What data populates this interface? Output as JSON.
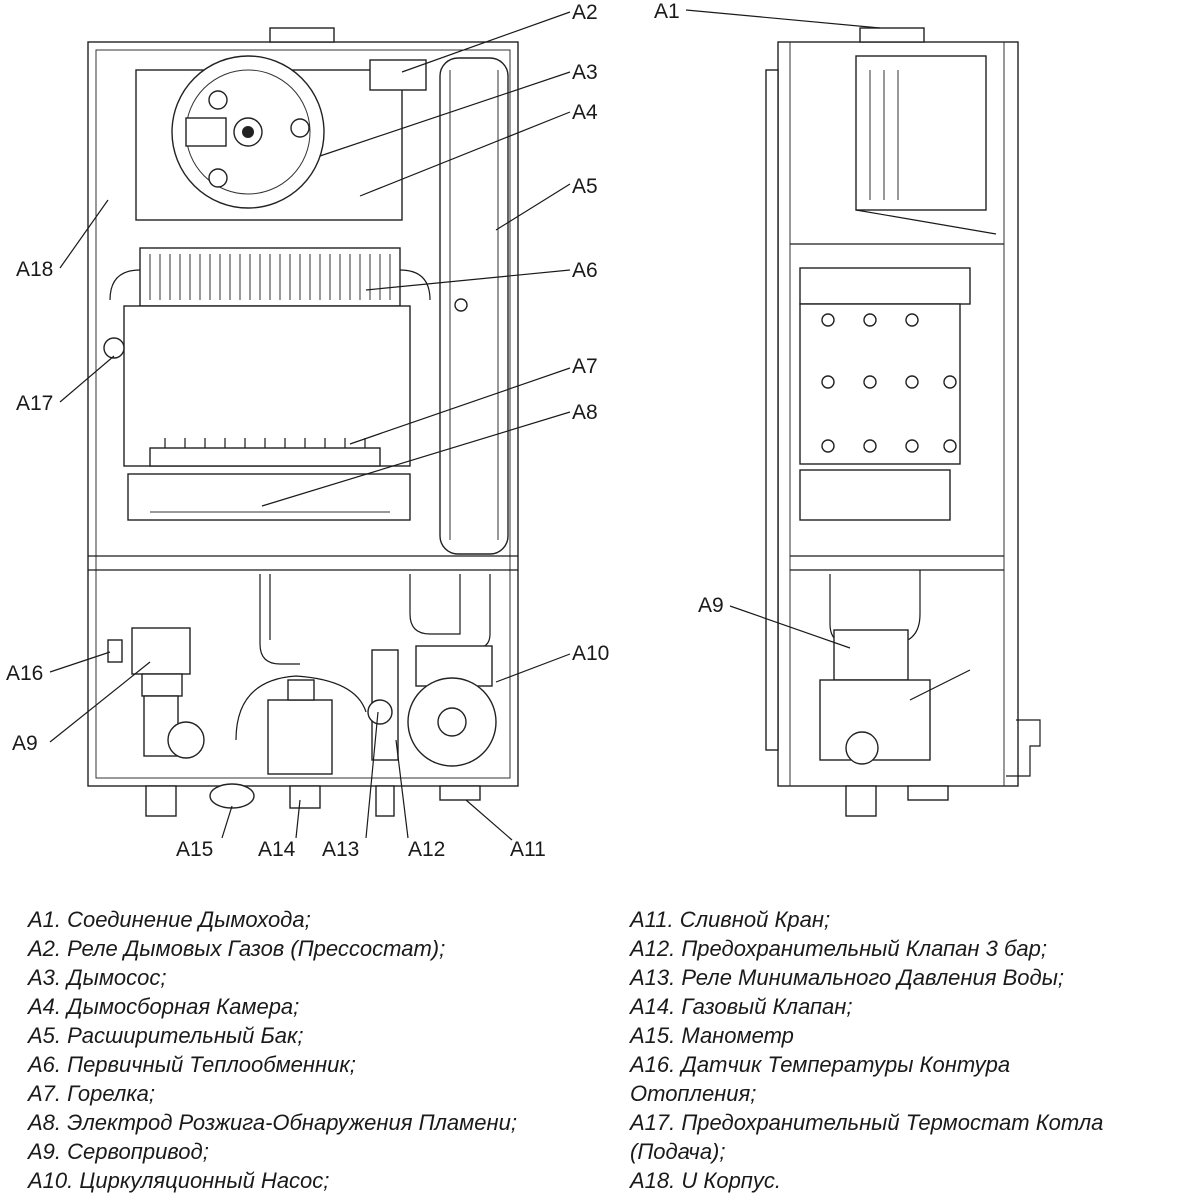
{
  "labels": {
    "a1": "A1",
    "a2": "A2",
    "a3": "A3",
    "a4": "A4",
    "a5": "A5",
    "a6": "A6",
    "a7": "A7",
    "a8": "A8",
    "a9": "A9",
    "a10": "A10",
    "a11": "A11",
    "a12": "A12",
    "a13": "A13",
    "a14": "A14",
    "a15": "A15",
    "a16": "A16",
    "a17": "A17",
    "a18": "A18"
  },
  "legend_left": [
    "A1. Соединение Дымохода;",
    "A2. Реле Дымовых Газов (Прессостат);",
    "A3. Дымосос;",
    "A4. Дымосборная Камера;",
    "A5. Расширительный Бак;",
    "A6. Первичный Теплообменник;",
    "A7. Горелка;",
    "A8. Электрод Розжига-Обнаружения Пламени;",
    "A9. Сервопривод;",
    "A10. Циркуляционный Насос;"
  ],
  "legend_right": [
    "A11. Сливной Кран;",
    "A12. Предохранительный Клапан 3 бар;",
    "A13. Реле Минимального Давления Воды;",
    "A14. Газовый Клапан;",
    "A15. Манометр",
    "A16. Датчик Температуры Контура",
    "Отопления;",
    "A17. Предохранительный Термостат Котла",
    "(Подача);",
    "A18. U Корпус."
  ]
}
